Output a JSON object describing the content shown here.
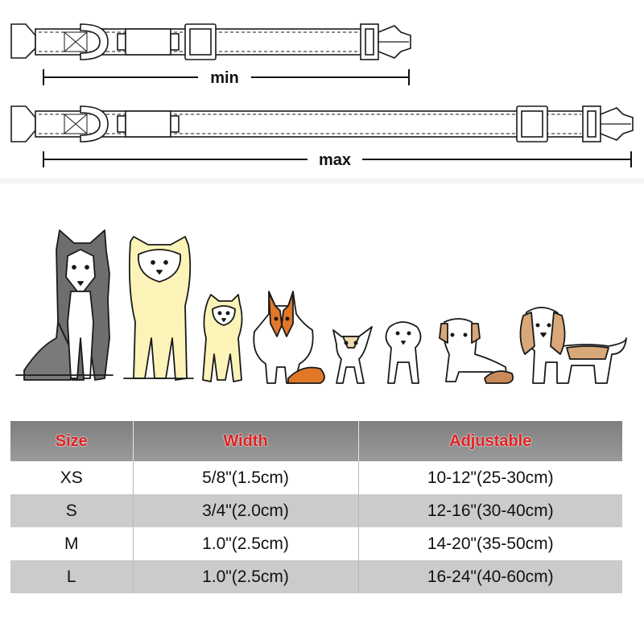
{
  "dimensions": {
    "min_label": "min",
    "max_label": "max"
  },
  "table": {
    "headers": [
      "Size",
      "Width",
      "Adjustable"
    ],
    "rows": [
      [
        "XS",
        "5/8\"(1.5cm)",
        "10-12\"(25-30cm)"
      ],
      [
        "S",
        "3/4\"(2.0cm)",
        "12-16\"(30-40cm)"
      ],
      [
        "M",
        "1.0\"(2.5cm)",
        "14-20\"(35-50cm)"
      ],
      [
        "L",
        "1.0\"(2.5cm)",
        "16-24\"(40-60cm)"
      ]
    ]
  },
  "colors": {
    "header_text": "#e02020",
    "header_bg": "#8a8a8a",
    "row_alt_bg": "#cbcbcb",
    "husky_gray": "#7a7a7a",
    "cream": "#fbf3b8",
    "orange": "#e07828",
    "tan": "#d9a878"
  }
}
